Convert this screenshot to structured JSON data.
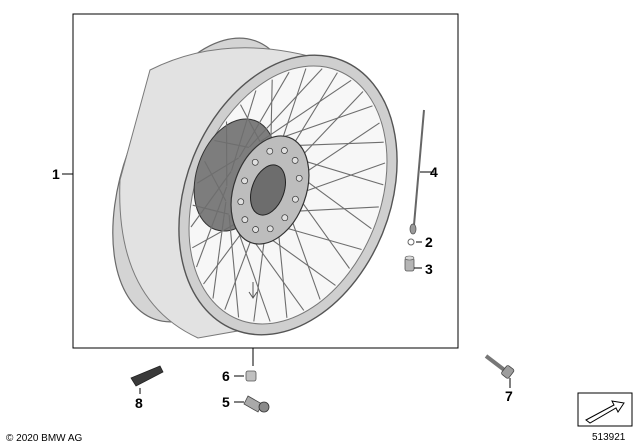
{
  "callouts": {
    "c1": "1",
    "c2": "2",
    "c3": "3",
    "c4": "4",
    "c5": "5",
    "c6": "6",
    "c7": "7",
    "c8": "8"
  },
  "footer": {
    "copyright": "© 2020 BMW AG",
    "doc_number": "513921"
  },
  "colors": {
    "rim_light": "#e6e6e6",
    "rim_mid": "#c9c9c9",
    "rim_dark": "#8a8a8a",
    "hub": "#7d7d7d",
    "line": "#000000"
  }
}
